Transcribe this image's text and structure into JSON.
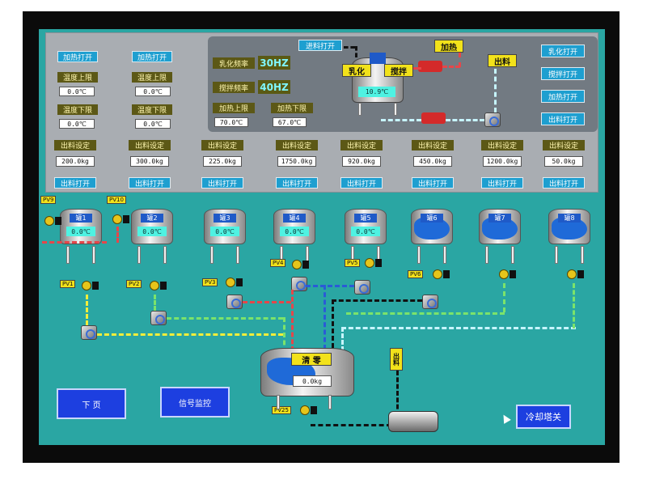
{
  "left_controls": {
    "col1": {
      "heat_btn": "加热打开",
      "upper_label": "温度上限",
      "upper_value": "0.0℃",
      "lower_label": "温度下限",
      "lower_value": "0.0℃"
    },
    "col2": {
      "heat_btn": "加热打开",
      "upper_label": "温度上限",
      "upper_value": "0.0℃",
      "lower_label": "温度下限",
      "lower_value": "0.0℃"
    }
  },
  "process": {
    "feed_btn": "进料打开",
    "emulsify_freq_label": "乳化频率",
    "emulsify_freq_value": "30HZ",
    "stir_freq_label": "搅拌频率",
    "stir_freq_value": "40HZ",
    "heat_upper_label": "加热上限",
    "heat_upper_value": "70.0℃",
    "heat_lower_label": "加热下限",
    "heat_lower_value": "67.0℃",
    "emulsify_label": "乳化",
    "stir_label": "搅拌",
    "heating_label": "加热",
    "discharge_label": "出料",
    "tank_temp": "10.9℃"
  },
  "right_buttons": [
    "乳化打开",
    "搅拌打开",
    "加热打开",
    "出料打开"
  ],
  "discharge_row": [
    {
      "label": "出料设定",
      "value": "200.0kg",
      "btn": "出料打开"
    },
    {
      "label": "出料设定",
      "value": "300.0kg",
      "btn": "出料打开"
    },
    {
      "label": "出料设定",
      "value": "225.0kg",
      "btn": "出料打开"
    },
    {
      "label": "出料设定",
      "value": "1750.0kg",
      "btn": "出料打开"
    },
    {
      "label": "出料设定",
      "value": "920.0kg",
      "btn": "出料打开"
    },
    {
      "label": "出料设定",
      "value": "450.0kg",
      "btn": "出料打开"
    },
    {
      "label": "出料设定",
      "value": "1200.0kg",
      "btn": "出料打开"
    },
    {
      "label": "出料设定",
      "value": "50.0kg",
      "btn": "出料打开"
    }
  ],
  "tanks": [
    {
      "label": "罐1",
      "temp": "0.0℃"
    },
    {
      "label": "罐2",
      "temp": "0.0℃"
    },
    {
      "label": "罐3",
      "temp": "0.0℃"
    },
    {
      "label": "罐4",
      "temp": "0.0℃"
    },
    {
      "label": "罐5",
      "temp": "0.0℃"
    },
    {
      "label": "罐6"
    },
    {
      "label": "罐7"
    },
    {
      "label": "罐8"
    }
  ],
  "valves": {
    "pv9": "PV9",
    "pv10": "PV10",
    "pv1": "PV1",
    "pv2": "PV2",
    "pv3": "PV3",
    "pv4": "PV4",
    "pv5": "PV5",
    "pv6": "PV6",
    "pv25": "PV25"
  },
  "mixer": {
    "label": "清 零",
    "weight": "0.0kg",
    "discharge": "出料"
  },
  "bottom_buttons": {
    "down_page": "下 页",
    "signal": "信号监控",
    "cooling_tower": "冷却塔关"
  },
  "colors": {
    "screen_bg": "#2aa6a3",
    "panel_gray": "#a9adb2",
    "button_blue": "#1e9fd0",
    "label_yellow": "#f2e21a"
  }
}
